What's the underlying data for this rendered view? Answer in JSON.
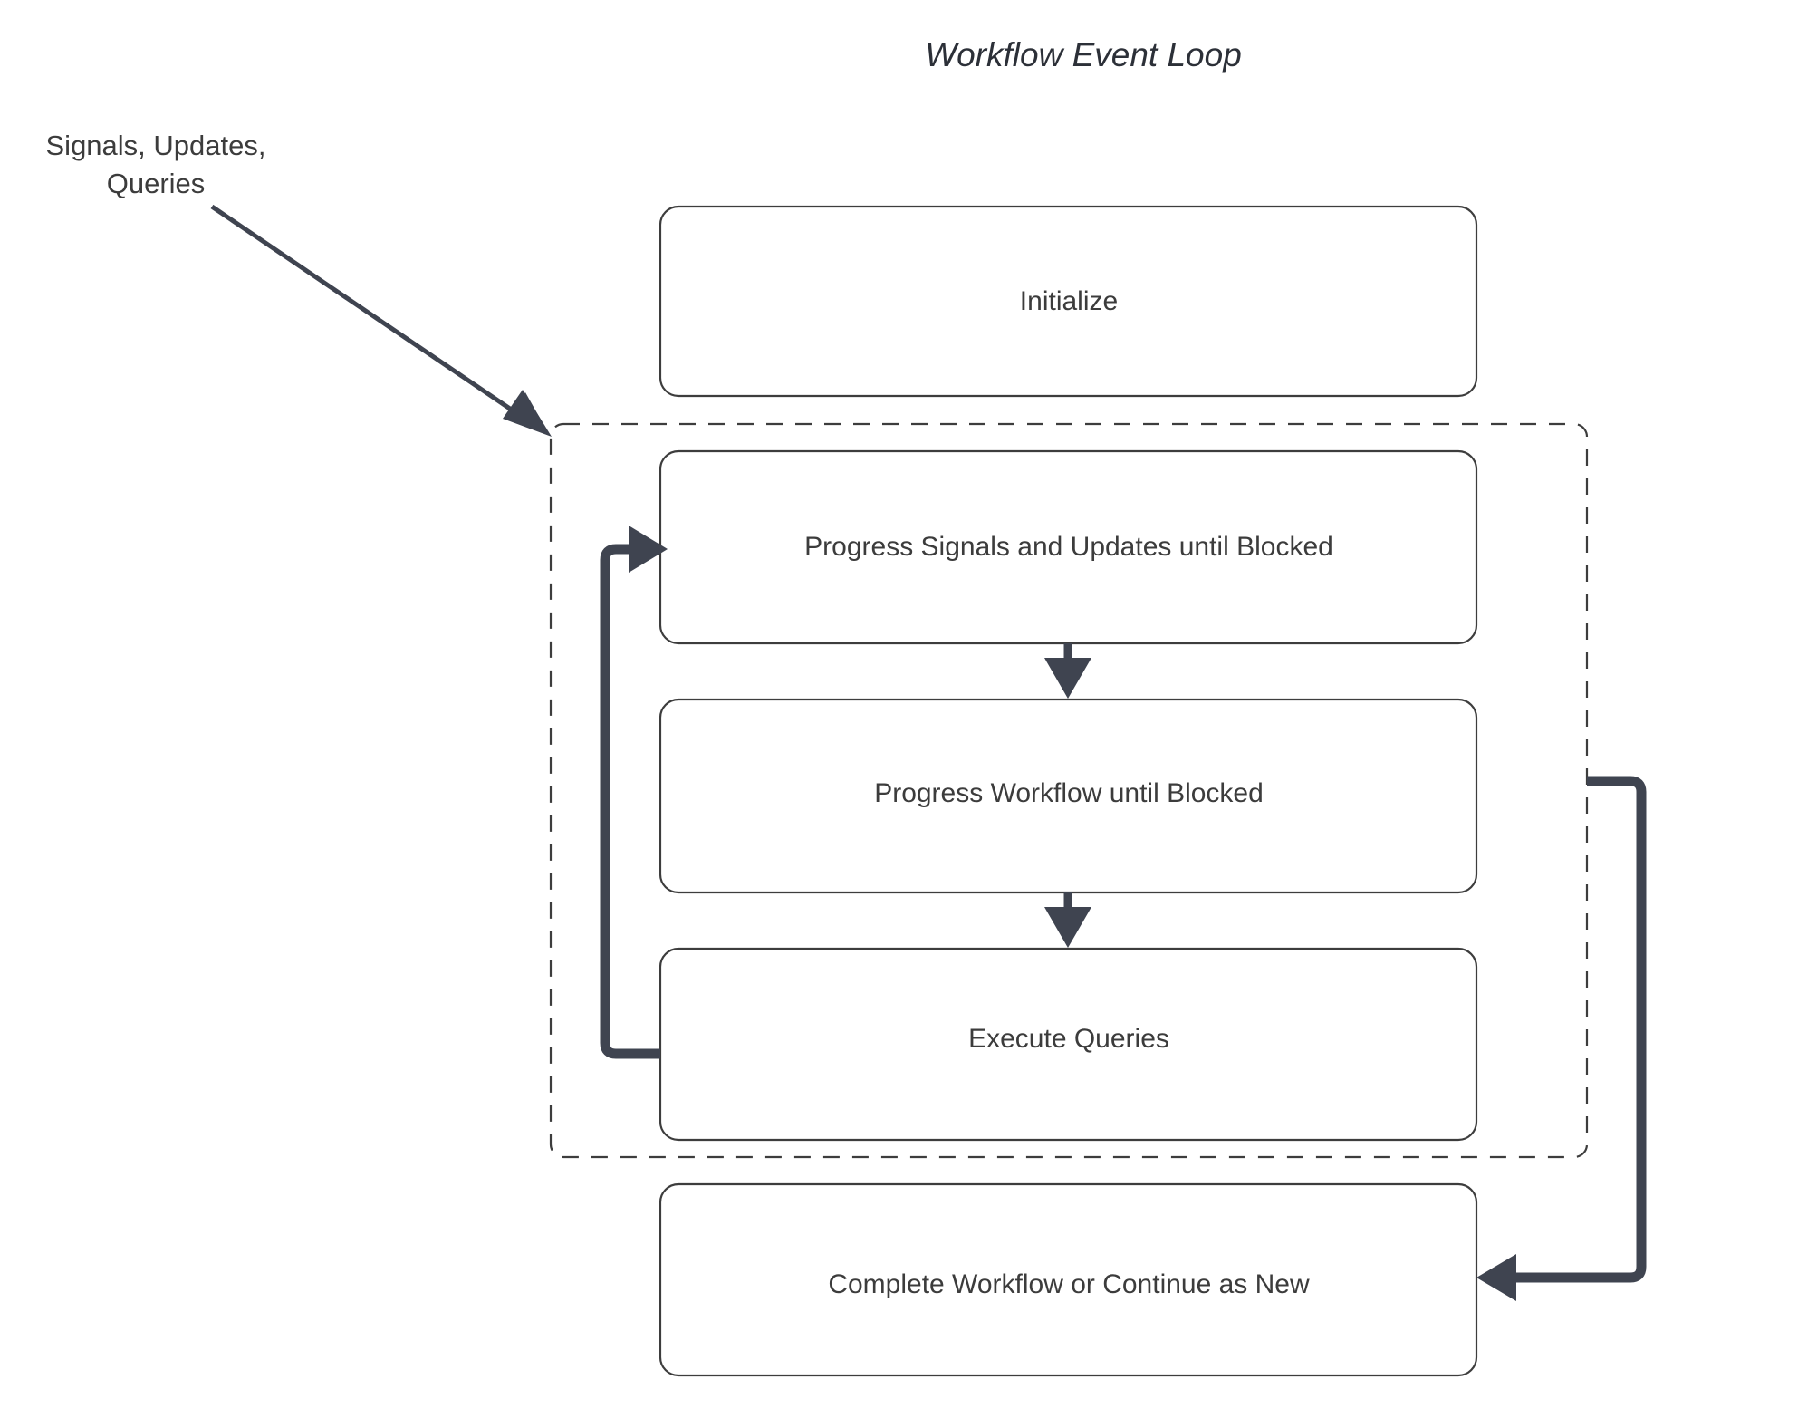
{
  "diagram": {
    "title": "Workflow Event Loop",
    "type": "flowchart",
    "colors": {
      "background": "#ffffff",
      "node_fill": "#ffffff",
      "node_stroke": "#3d3d3d",
      "edge": "#3f4450",
      "text": "#3c3c3c",
      "title_text": "#2c3038"
    },
    "external_label": {
      "line1": "Signals, Updates,",
      "line2": "Queries"
    },
    "nodes": [
      {
        "id": "initialize",
        "label": "Initialize"
      },
      {
        "id": "progress-signals",
        "label": "Progress Signals and Updates until Blocked"
      },
      {
        "id": "progress-workflow",
        "label": "Progress Workflow until Blocked"
      },
      {
        "id": "execute-queries",
        "label": "Execute Queries"
      },
      {
        "id": "complete-workflow",
        "label": "Complete Workflow or Continue as New"
      }
    ],
    "group": {
      "id": "event-loop-group",
      "style": "dashed",
      "label": ""
    },
    "edges": [
      {
        "from": "external-input",
        "to": "event-loop-group",
        "label": ""
      },
      {
        "from": "progress-signals",
        "to": "progress-workflow",
        "label": ""
      },
      {
        "from": "progress-workflow",
        "to": "execute-queries",
        "label": ""
      },
      {
        "from": "execute-queries",
        "to": "progress-signals",
        "label": ""
      },
      {
        "from": "event-loop-group",
        "to": "complete-workflow",
        "label": ""
      }
    ]
  }
}
